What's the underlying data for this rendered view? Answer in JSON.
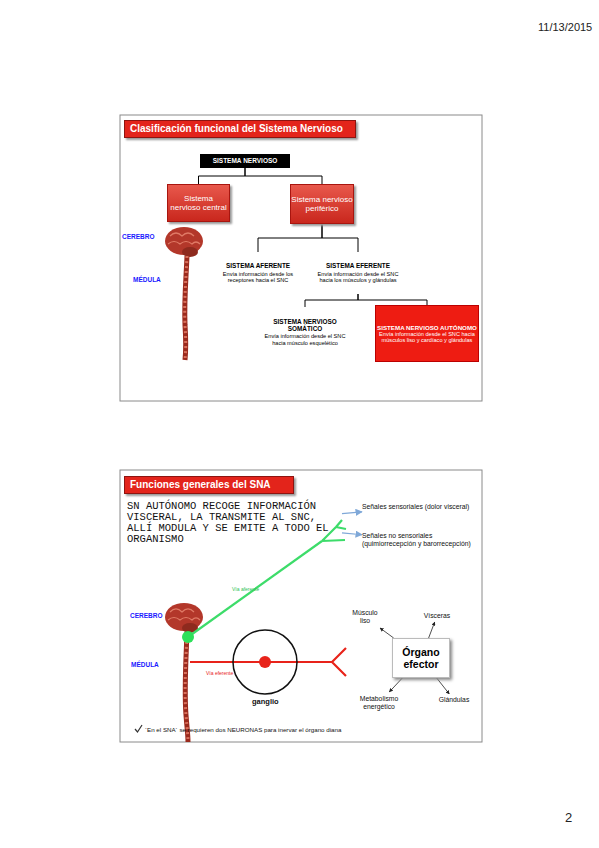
{
  "diagram": {
    "nodes": [
      {
        "text": [
          "Clasificación funcional del Sistema Nervioso"
        ]
      },
      {
        "text": [
          "SISTEMA NERVIOSO"
        ]
      },
      {
        "text": [
          "Sistema nervioso central"
        ]
      },
      {
        "text": [
          "Sistema nervioso periférico"
        ]
      },
      {
        "text": [
          "SISTEMA AFERENTE",
          "Envía información desde los receptores hacia el SNC"
        ]
      },
      {
        "text": [
          "SISTEMA EFERENTE",
          "Envía información desde el SNC hacia los músculos y glándulas"
        ]
      },
      {
        "text": [
          "SISTEMA NERVIOSO SOMÁTICO",
          "Envía información desde el SNC hacia músculo esquelético"
        ]
      },
      {
        "text": [
          "SISTEMA NERVIOSO AUTÓNOMO",
          "Envía información desde el SNC hacia músculos liso y cardíaco y glándulas"
        ]
      },
      {
        "text": [
          "Funciones generales del SNA"
        ]
      },
      {
        "text": [
          "SN AUTÓNOMO RECOGE INFORMACIÓN VISCERAL, LA TRANSMITE AL SNC, ALLÍ MODULA Y SE EMITE A TODO EL ORGANISMO"
        ]
      },
      {
        "text": [
          "Señales sensoriales (dolor visceral)"
        ]
      },
      {
        "text": [
          "Señales no sensoriales (quimiorrecepción y barorrecepción)"
        ]
      },
      {
        "text": [
          "Músculo liso"
        ]
      },
      {
        "text": [
          "Vísceras"
        ]
      },
      {
        "text": [
          "Órgano efector"
        ]
      },
      {
        "text": [
          "Metabolismo energético"
        ]
      },
      {
        "text": [
          "Glándulas"
        ]
      }
    ],
    "edges": [
      {
        "from": 1,
        "to": 2,
        "arrow": "none"
      },
      {
        "from": 1,
        "to": 3,
        "arrow": "none"
      },
      {
        "from": 3,
        "to": 4,
        "arrow": "none"
      },
      {
        "from": 3,
        "to": 5,
        "arrow": "none"
      },
      {
        "from": 5,
        "to": 6,
        "arrow": "none"
      },
      {
        "from": 5,
        "to": 7,
        "arrow": "none"
      },
      {
        "from": 9,
        "to": 10,
        "arrow": "to"
      },
      {
        "from": 9,
        "to": 11,
        "arrow": "to"
      },
      {
        "from": 14,
        "to": 12,
        "arrow": "to"
      },
      {
        "from": 14,
        "to": 13,
        "arrow": "to"
      },
      {
        "from": 14,
        "to": 15,
        "arrow": "to"
      },
      {
        "from": 14,
        "to": 16,
        "arrow": "to"
      }
    ],
    "labels": [
      "11/13/2015",
      "CEREBRO",
      "MÉDULA",
      "CEREBRO",
      "MÉDULA",
      "Vía aferente",
      "Vía eferente",
      "ganglio",
      "´En el SNA´ se requieren dos NEURONAS para inervar el órgano diana",
      "2"
    ]
  }
}
